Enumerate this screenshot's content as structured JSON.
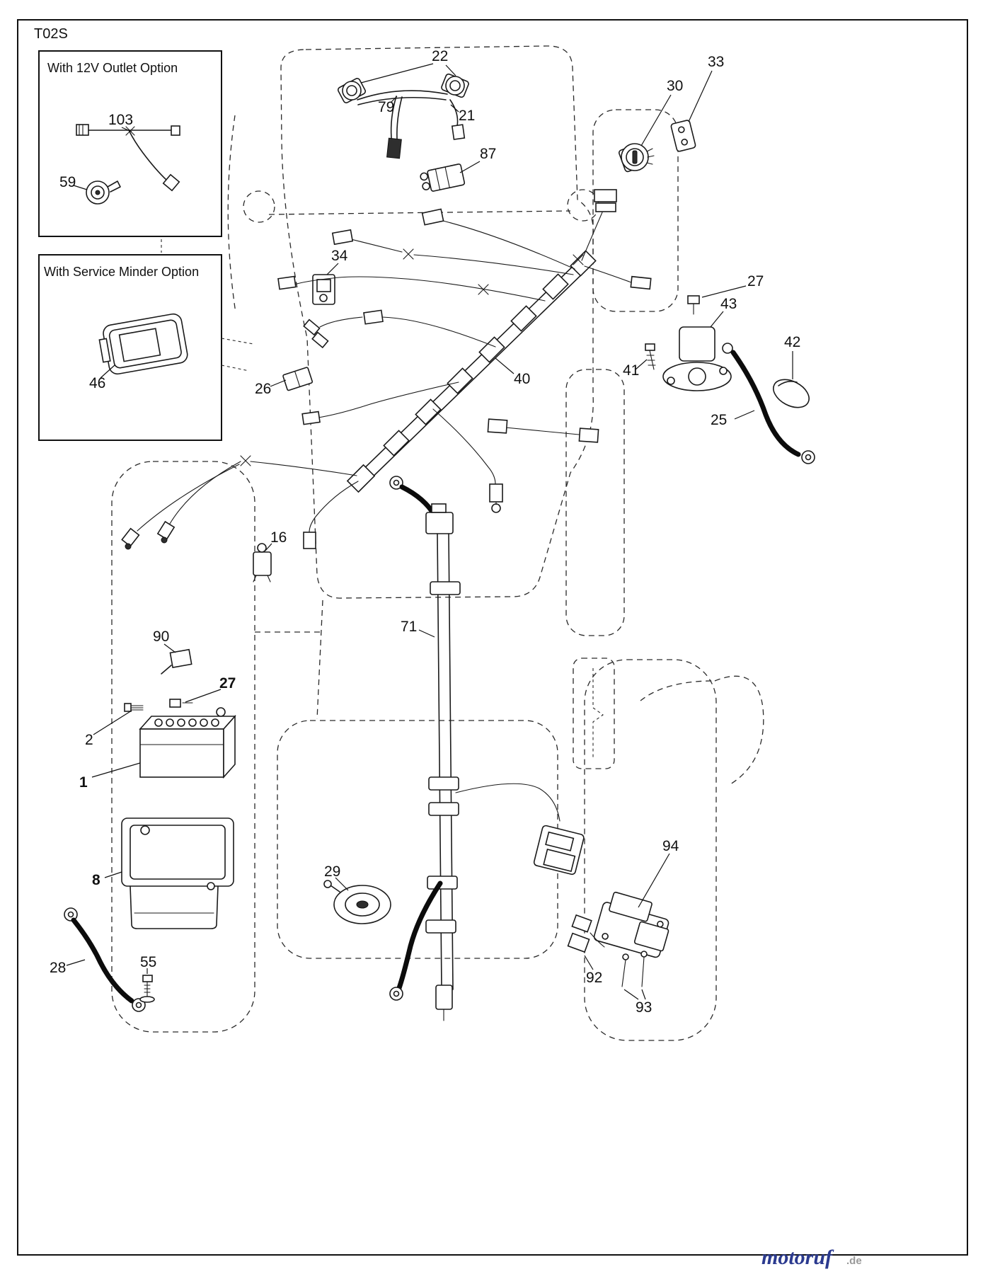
{
  "page": {
    "title": "T02S",
    "watermark": {
      "brand": "motoruf",
      "tld": ".de"
    }
  },
  "insets": {
    "outlet": {
      "title": "With 12V Outlet Option",
      "parts": {
        "harness": "103",
        "outlet": "59"
      }
    },
    "service": {
      "title": "With Service Minder Option",
      "parts": {
        "meter": "46"
      }
    }
  },
  "part_labels": {
    "headlight_harness": "22",
    "bulb_socket": "79",
    "headlight_connector": "21",
    "interlock_connector": "87",
    "ignition_switch": "30",
    "module_33": "33",
    "switch_34": "34",
    "solenoid_nut": "27",
    "solenoid": "43",
    "solenoid_bolt": "41",
    "terminal_boot": "42",
    "positive_cable": "25",
    "main_harness": "40",
    "fuse_26": "26",
    "plunger_switch": "16",
    "switch_90": "90",
    "battery_cable_conduit": "71",
    "battery_terminal_bolt": "27",
    "battery_bolt": "2",
    "battery": "1",
    "battery_box": "8",
    "horn": "29",
    "ground_cable": "28",
    "screw_55": "55",
    "control_module": "94",
    "connector_92": "92",
    "screws_93": "93"
  }
}
